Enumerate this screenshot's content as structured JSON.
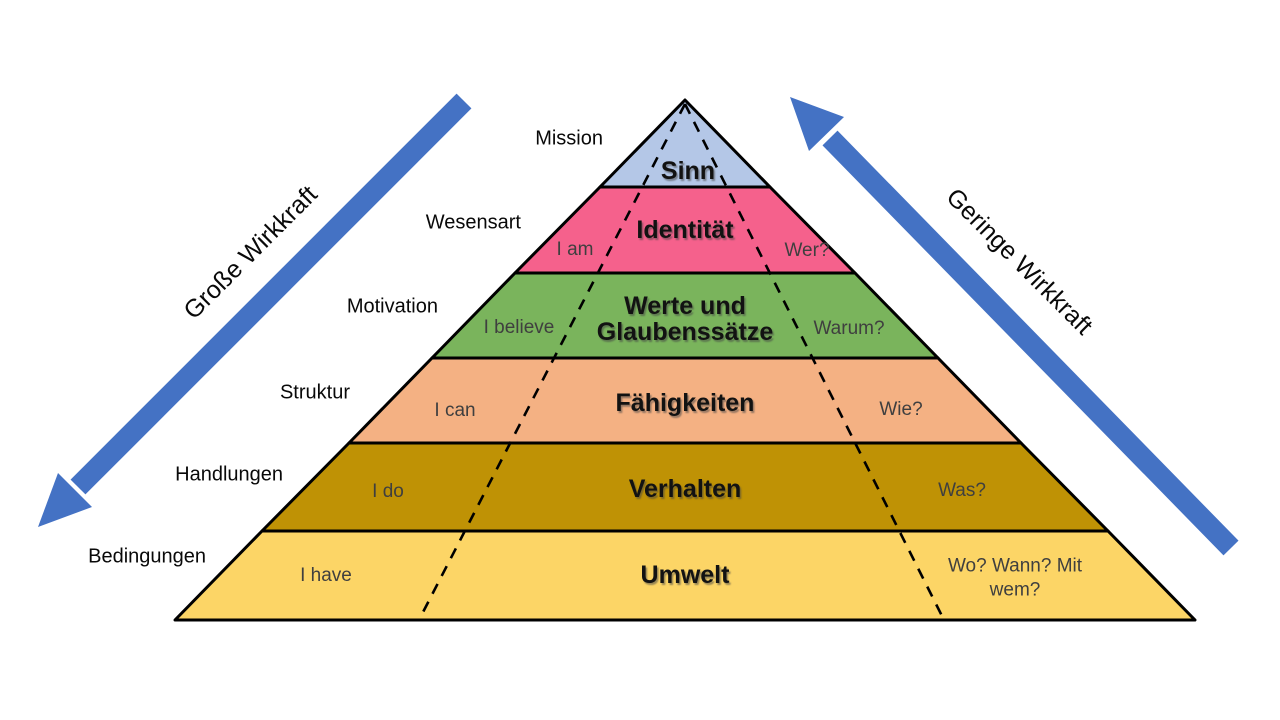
{
  "arrows": {
    "left": {
      "label": "Große Wirkkraft",
      "color": "#4472c4"
    },
    "right": {
      "label": "Geringe Wirkkraft",
      "color": "#4472c4"
    }
  },
  "pyramid": {
    "outline_color": "#000000",
    "dashed_line_color": "#000000",
    "levels": [
      {
        "name": "Sinn",
        "outside_label": "Mission",
        "inner_left": "",
        "inner_right": "",
        "color": "#b4c7e7"
      },
      {
        "name": "Identität",
        "outside_label": "Wesensart",
        "inner_left": "I am",
        "inner_right": "Wer?",
        "color": "#f5618c"
      },
      {
        "name": "Werte und Glaubenssätze",
        "outside_label": "Motivation",
        "inner_left": "I believe",
        "inner_right": "Warum?",
        "color": "#7ab45c"
      },
      {
        "name": "Fähigkeiten",
        "outside_label": "Struktur",
        "inner_left": "I can",
        "inner_right": "Wie?",
        "color": "#f4b183"
      },
      {
        "name": "Verhalten",
        "outside_label": "Handlungen",
        "inner_left": "I do",
        "inner_right": "Was?",
        "color": "#bf9205"
      },
      {
        "name": "Umwelt",
        "outside_label": "Bedingungen",
        "inner_left": "I have",
        "inner_right": "Wo? Wann? Mit wem?",
        "color": "#fcd566"
      }
    ]
  }
}
